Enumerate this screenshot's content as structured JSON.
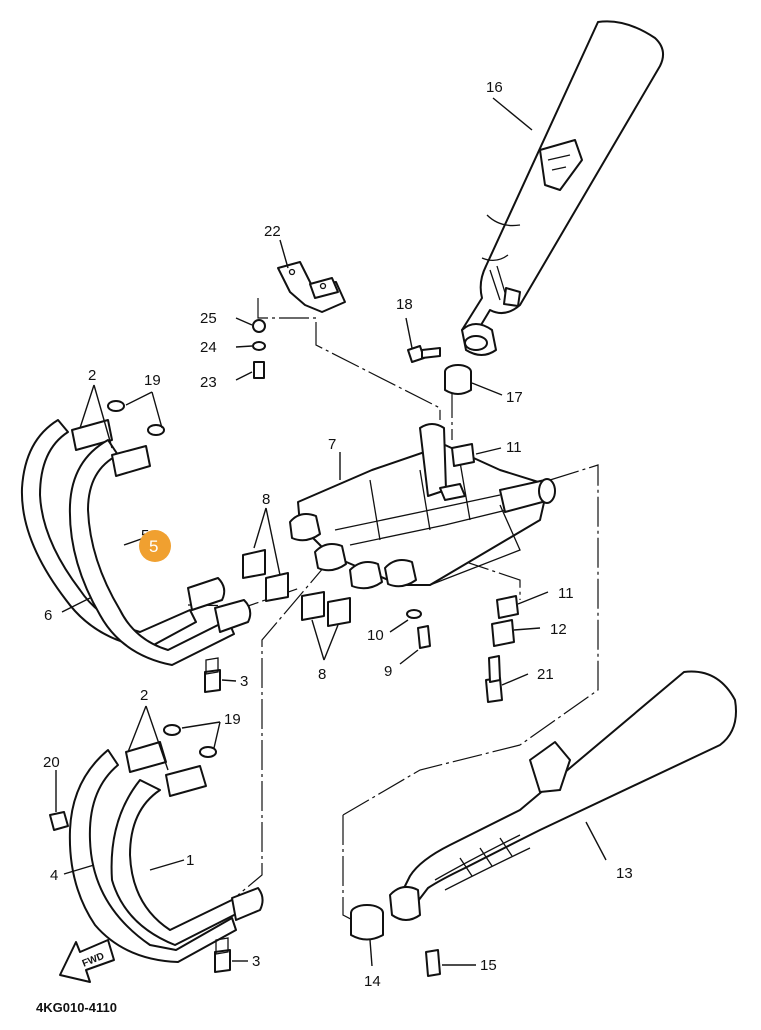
{
  "diagram_code": "4KG010-4110",
  "fwd_label": "FWD",
  "highlight": {
    "label": "5",
    "color": "#f0a030"
  },
  "callouts": {
    "p1": "1",
    "p2a": "2",
    "p2b": "2",
    "p3a": "3",
    "p3b": "3",
    "p4": "4",
    "p5": "5",
    "p6": "6",
    "p7": "7",
    "p8a": "8",
    "p8b": "8",
    "p9": "9",
    "p10": "10",
    "p11a": "11",
    "p11b": "11",
    "p12": "12",
    "p13": "13",
    "p14": "14",
    "p15": "15",
    "p16": "16",
    "p17": "17",
    "p18": "18",
    "p19a": "19",
    "p19b": "19",
    "p20": "20",
    "p21": "21",
    "p22": "22",
    "p23": "23",
    "p24": "24",
    "p25": "25"
  }
}
